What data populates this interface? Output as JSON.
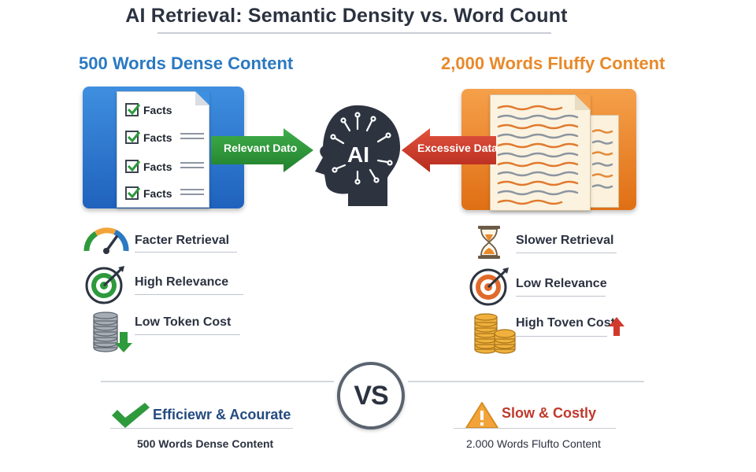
{
  "title": "AI Retrieval: Semantic Density vs. Word Count",
  "left": {
    "heading": "500 Words Dense Content",
    "facts": [
      "Facts",
      "Facts",
      "Facts",
      "Facts"
    ],
    "arrow_label": "Relevant Dato",
    "metrics": [
      "Facter Retrieval",
      "High Relevance",
      "Low Token Cost"
    ],
    "verdict": "Efficiewr & Acourate",
    "caption": "500 Words  Dense Content"
  },
  "right": {
    "heading": "2,000 Words Fluffy Content",
    "arrow_label": "Excessive Data",
    "metrics": [
      "Slower Retrieval",
      "Low Relevance",
      "High Toven Cost"
    ],
    "verdict": "Slow & Costly",
    "caption": "2.000 Words Flufto Content"
  },
  "center": {
    "ai_label": "AI",
    "vs_label": "VS"
  },
  "icons": {
    "checkbox": "checkbox-checked-icon",
    "speed": "speedometer-icon",
    "target": "target-icon",
    "coins_down": "coin-stack-down-icon",
    "hourglass": "hourglass-icon",
    "coins_up": "coin-stack-up-icon",
    "check": "checkmark-icon",
    "warning": "warning-icon",
    "head": "ai-head-icon"
  },
  "colors": {
    "blue": "#2b79c2",
    "orange": "#e8892a",
    "green": "#2e9a3c",
    "red": "#d0392b"
  }
}
